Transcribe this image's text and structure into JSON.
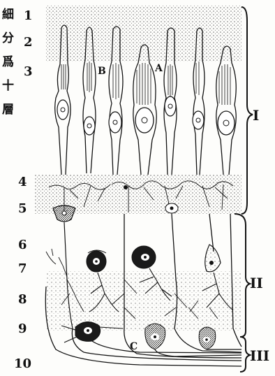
{
  "side_title": [
    "細",
    "分",
    "爲",
    "十",
    "層"
  ],
  "layer_numbers": [
    "1",
    "2",
    "3",
    "4",
    "5",
    "6",
    "7",
    "8",
    "9",
    "10"
  ],
  "cell_letters": [
    "A",
    "B",
    "C"
  ],
  "group_labels": [
    "I",
    "II",
    "III"
  ]
}
